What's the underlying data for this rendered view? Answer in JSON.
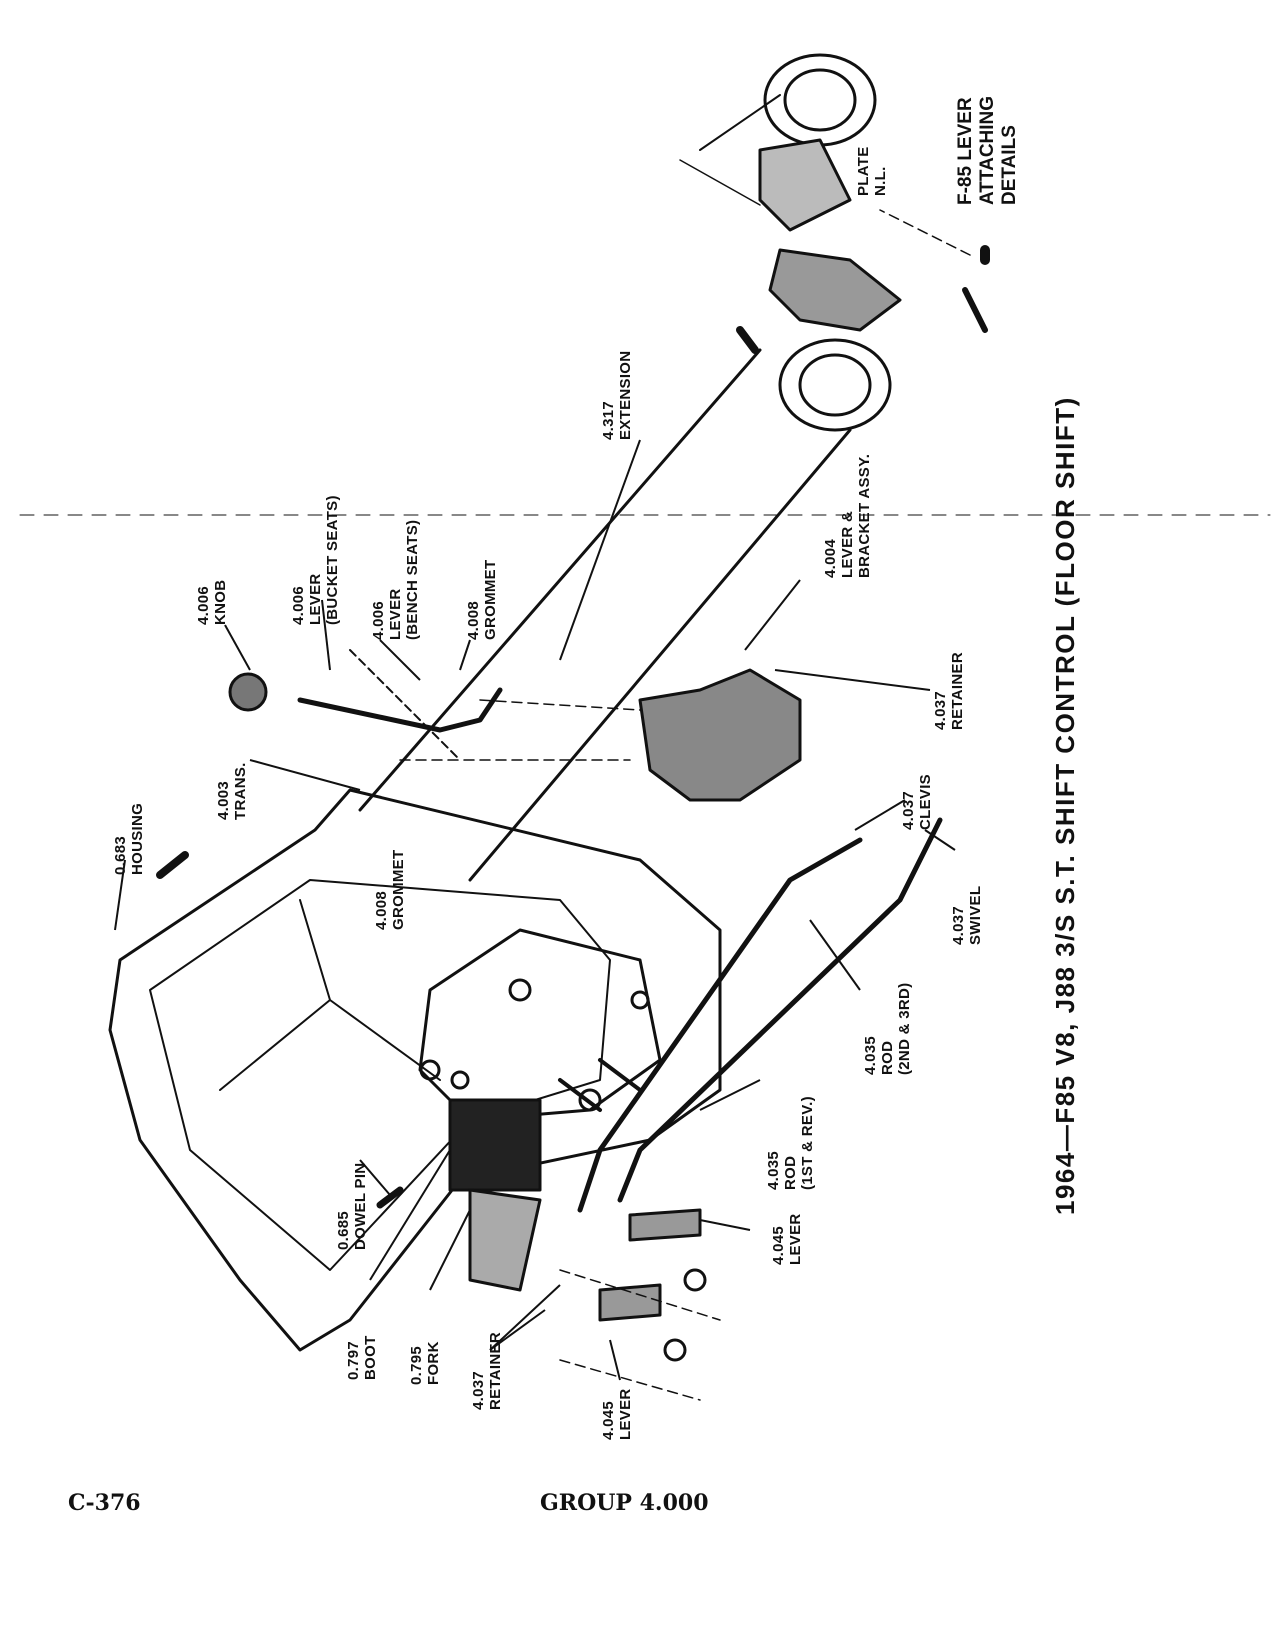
{
  "title": "1964—F85 V8, J88 3/S S.T. SHIFT CONTROL (FLOOR SHIFT)",
  "detail_title": [
    "F-85 LEVER",
    "ATTACHING",
    "DETAILS"
  ],
  "labels": {
    "plate": [
      "PLATE",
      "N.L."
    ],
    "extension": [
      "4.317",
      "EXTENSION"
    ],
    "lever_bracket": [
      "4.004",
      "LEVER &",
      "BRACKET ASSY."
    ],
    "retainer_top": [
      "4.037",
      "RETAINER"
    ],
    "clevis": [
      "4.037",
      "CLEVIS"
    ],
    "swivel": [
      "4.037",
      "SWIVEL"
    ],
    "knob": [
      "4.006",
      "KNOB"
    ],
    "lever_bucket": [
      "4.006",
      "LEVER",
      "(BUCKET SEATS)"
    ],
    "lever_bench": [
      "4.006",
      "LEVER",
      "(BENCH SEATS)"
    ],
    "grommet_top": [
      "4.008",
      "GROMMET"
    ],
    "trans": [
      "4.003",
      "TRANS."
    ],
    "grommet_mid": [
      "4.008",
      "GROMMET"
    ],
    "housing": [
      "0.683",
      "HOUSING"
    ],
    "rod_2nd": [
      "4.035",
      "ROD",
      "(2ND & 3RD)"
    ],
    "rod_1st": [
      "4.035",
      "ROD",
      "(1ST & REV.)"
    ],
    "lever_45_upper": [
      "4.045",
      "LEVER"
    ],
    "lever_45_lower": [
      "4.045",
      "LEVER"
    ],
    "dowel": [
      "0.685",
      "DOWEL PIN"
    ],
    "boot": [
      "0.797",
      "BOOT"
    ],
    "fork": [
      "0.795",
      "FORK"
    ],
    "retainer_bottom": [
      "4.037",
      "RETAINER"
    ]
  },
  "footer": {
    "page": "C-376",
    "group": "GROUP 4.000"
  }
}
